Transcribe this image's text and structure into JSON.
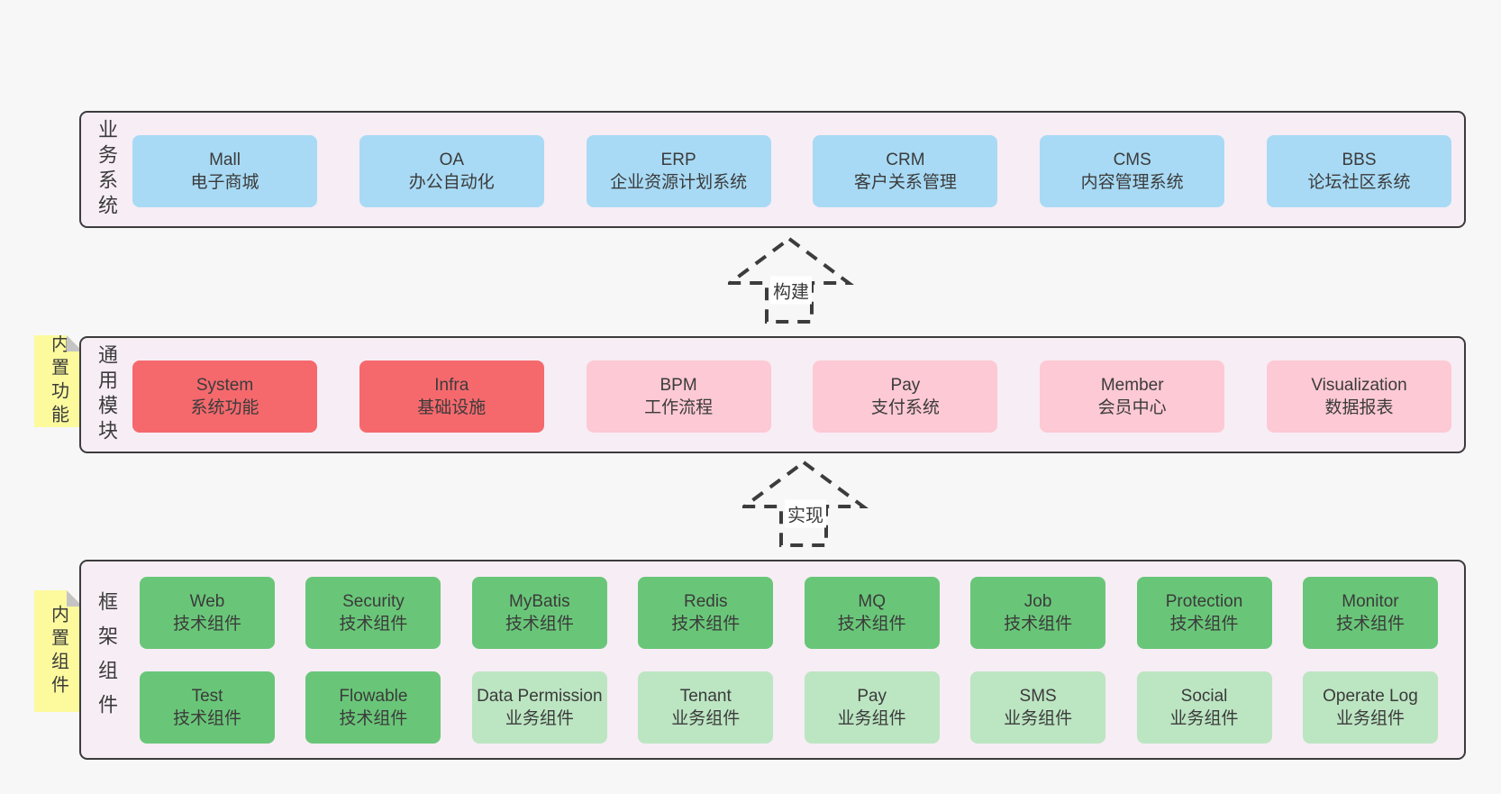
{
  "diagram": {
    "arrows": [
      {
        "label": "构建"
      },
      {
        "label": "实现"
      }
    ]
  },
  "colors": {
    "page-bg": "#f7f7f7",
    "layer-bg": "#f7edf5",
    "line": "#3c3c3c",
    "text": "#3b3b3b",
    "blue": "#a8daf5",
    "red": "#f5696d",
    "pink": "#fdc9d4",
    "green": "#69c678",
    "lightgreen": "#bce5c2",
    "yellow": "#fcfa9d",
    "fold": "#c4c4c4",
    "label-bg": "#ffffff"
  },
  "layers": [
    {
      "label": "业务系统",
      "note": null,
      "rows": [
        {
          "cols": 6,
          "boxes": [
            {
              "name": "Mall",
              "desc": "电子商城",
              "variant": "blue"
            },
            {
              "name": "OA",
              "desc": "办公自动化",
              "variant": "blue"
            },
            {
              "name": "ERP",
              "desc": "企业资源计划系统",
              "variant": "blue"
            },
            {
              "name": "CRM",
              "desc": "客户关系管理",
              "variant": "blue"
            },
            {
              "name": "CMS",
              "desc": "内容管理系统",
              "variant": "blue"
            },
            {
              "name": "BBS",
              "desc": "论坛社区系统",
              "variant": "blue"
            }
          ]
        }
      ]
    },
    {
      "label": "通用模块",
      "note": "内置功能",
      "rows": [
        {
          "cols": 6,
          "boxes": [
            {
              "name": "System",
              "desc": "系统功能",
              "variant": "red"
            },
            {
              "name": "Infra",
              "desc": "基础设施",
              "variant": "red"
            },
            {
              "name": "BPM",
              "desc": "工作流程",
              "variant": "pink"
            },
            {
              "name": "Pay",
              "desc": "支付系统",
              "variant": "pink"
            },
            {
              "name": "Member",
              "desc": "会员中心",
              "variant": "pink"
            },
            {
              "name": "Visualization",
              "desc": "数据报表",
              "variant": "pink"
            }
          ]
        }
      ]
    },
    {
      "label": "框架组件",
      "note": "内置组件",
      "rows": [
        {
          "cols": 8,
          "boxes": [
            {
              "name": "Web",
              "desc": "技术组件",
              "variant": "green"
            },
            {
              "name": "Security",
              "desc": "技术组件",
              "variant": "green"
            },
            {
              "name": "MyBatis",
              "desc": "技术组件",
              "variant": "green"
            },
            {
              "name": "Redis",
              "desc": "技术组件",
              "variant": "green"
            },
            {
              "name": "MQ",
              "desc": "技术组件",
              "variant": "green"
            },
            {
              "name": "Job",
              "desc": "技术组件",
              "variant": "green"
            },
            {
              "name": "Protection",
              "desc": "技术组件",
              "variant": "green"
            },
            {
              "name": "Monitor",
              "desc": "技术组件",
              "variant": "green"
            }
          ]
        },
        {
          "cols": 8,
          "boxes": [
            {
              "name": "Test",
              "desc": "技术组件",
              "variant": "green"
            },
            {
              "name": "Flowable",
              "desc": "技术组件",
              "variant": "green"
            },
            {
              "name": "Data Permission",
              "desc": "业务组件",
              "variant": "lightgreen"
            },
            {
              "name": "Tenant",
              "desc": "业务组件",
              "variant": "lightgreen"
            },
            {
              "name": "Pay",
              "desc": "业务组件",
              "variant": "lightgreen"
            },
            {
              "name": "SMS",
              "desc": "业务组件",
              "variant": "lightgreen"
            },
            {
              "name": "Social",
              "desc": "业务组件",
              "variant": "lightgreen"
            },
            {
              "name": "Operate Log",
              "desc": "业务组件",
              "variant": "lightgreen"
            }
          ]
        }
      ]
    }
  ]
}
